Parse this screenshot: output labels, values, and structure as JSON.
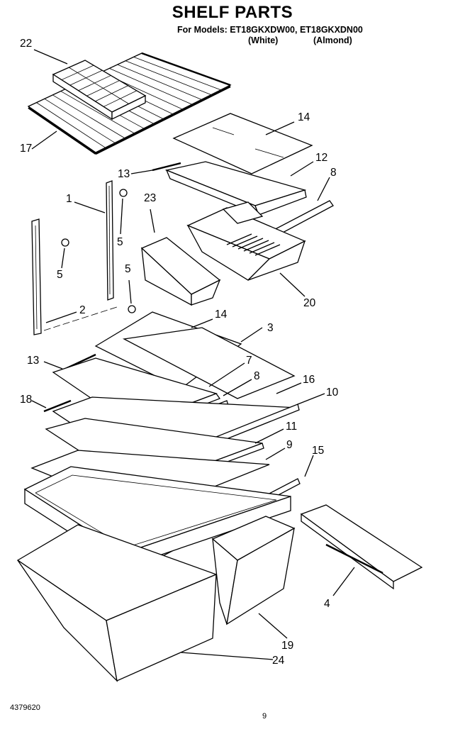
{
  "header": {
    "title": "SHELF PARTS",
    "models_line": "For Models: ET18GKXDW00, ET18GKXDN00",
    "variant_white": "(White)",
    "variant_almond": "(Almond)"
  },
  "callouts": [
    {
      "id": "n22",
      "label": "22"
    },
    {
      "id": "n17",
      "label": "17"
    },
    {
      "id": "n14a",
      "label": "14"
    },
    {
      "id": "n12",
      "label": "12"
    },
    {
      "id": "n13a",
      "label": "13"
    },
    {
      "id": "n8a",
      "label": "8"
    },
    {
      "id": "n23",
      "label": "23"
    },
    {
      "id": "n1",
      "label": "1"
    },
    {
      "id": "n5a",
      "label": "5"
    },
    {
      "id": "n5b",
      "label": "5"
    },
    {
      "id": "n5c",
      "label": "5"
    },
    {
      "id": "n20",
      "label": "20"
    },
    {
      "id": "n2",
      "label": "2"
    },
    {
      "id": "n14b",
      "label": "14"
    },
    {
      "id": "n3",
      "label": "3"
    },
    {
      "id": "n13b",
      "label": "13"
    },
    {
      "id": "n7",
      "label": "7"
    },
    {
      "id": "n8b",
      "label": "8"
    },
    {
      "id": "n16",
      "label": "16"
    },
    {
      "id": "n10",
      "label": "10"
    },
    {
      "id": "n18",
      "label": "18"
    },
    {
      "id": "n11",
      "label": "11"
    },
    {
      "id": "n9",
      "label": "9"
    },
    {
      "id": "n15",
      "label": "15"
    },
    {
      "id": "n4",
      "label": "4"
    },
    {
      "id": "n19",
      "label": "19"
    },
    {
      "id": "n24",
      "label": "24"
    }
  ],
  "footer": {
    "doc_number": "4379620",
    "page_number": "9"
  }
}
